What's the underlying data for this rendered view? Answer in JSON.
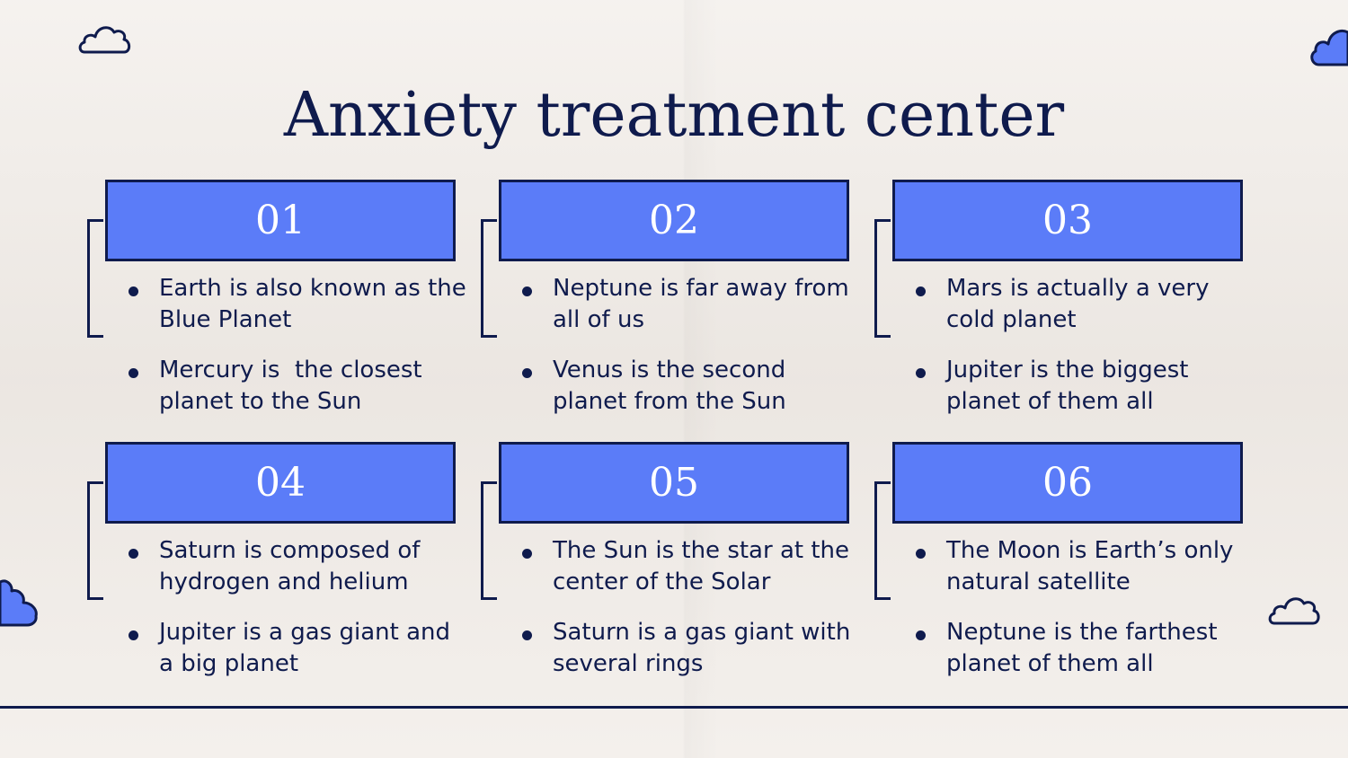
{
  "title": "Anxiety treatment center",
  "colors": {
    "accent": "#5b7cf8",
    "ink": "#0f1b4d",
    "background": "#f0ebe6"
  },
  "icons": [
    "cloud-icon-top-left",
    "cloud-icon-top-right",
    "cloud-icon-left",
    "cloud-icon-right"
  ],
  "cards": [
    {
      "number": "01",
      "items": [
        "Earth is also known as the Blue Planet",
        "Mercury is  the closest planet to the Sun"
      ]
    },
    {
      "number": "02",
      "items": [
        "Neptune is far away from all of us",
        "Venus is the second planet from the Sun"
      ]
    },
    {
      "number": "03",
      "items": [
        "Mars is actually a very cold planet",
        "Jupiter is the biggest planet of them all"
      ]
    },
    {
      "number": "04",
      "items": [
        "Saturn is composed of hydrogen and helium",
        "Jupiter is a gas giant and a big planet"
      ]
    },
    {
      "number": "05",
      "items": [
        "The Sun is the star at the center of the Solar",
        "Saturn is a gas giant with several rings"
      ]
    },
    {
      "number": "06",
      "items": [
        "The Moon is Earth’s only natural satellite",
        "Neptune is the farthest planet of them all"
      ]
    }
  ]
}
